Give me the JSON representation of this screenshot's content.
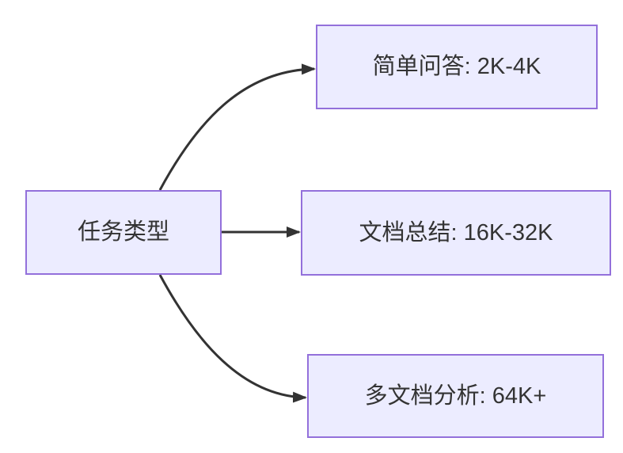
{
  "diagram": {
    "type": "flowchart",
    "direction": "left-to-right",
    "colors": {
      "bg": "#ffffff",
      "node_fill": "#ECECFF",
      "node_border": "#9370DB",
      "edge_color": "#333333",
      "text_color": "#333333"
    },
    "nodes": [
      {
        "id": "root",
        "label": "任务类型"
      },
      {
        "id": "qa",
        "label": "简单问答: 2K-4K"
      },
      {
        "id": "summary",
        "label": "文档总结: 16K-32K"
      },
      {
        "id": "multi",
        "label": "多文档分析: 64K+"
      }
    ],
    "edges": [
      {
        "from": "任务类型",
        "to": "简单问答: 2K-4K",
        "arrow": "arrowhead-icon"
      },
      {
        "from": "任务类型",
        "to": "文档总结: 16K-32K",
        "arrow": "arrowhead-icon"
      },
      {
        "from": "任务类型",
        "to": "多文档分析: 64K+",
        "arrow": "arrowhead-icon"
      }
    ]
  }
}
